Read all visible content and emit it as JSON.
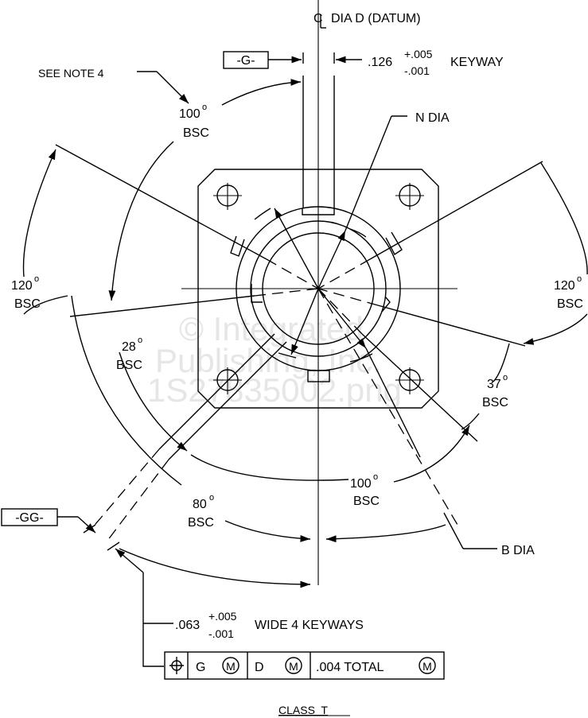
{
  "title_datum": "DIA D (DATUM)",
  "centerline_symbol": "CL",
  "datum_g": "-G-",
  "keyway": {
    "value": ".126",
    "tol_plus": "+.005",
    "tol_minus": "-.001",
    "label": "KEYWAY"
  },
  "see_note": "SEE NOTE 4",
  "n_dia": "N DIA",
  "b_dia": "B DIA",
  "angles": {
    "top": {
      "value": "100",
      "unit": "o",
      "bsc": "BSC"
    },
    "left": {
      "value": "120",
      "unit": "o",
      "bsc": "BSC"
    },
    "right": {
      "value": "120",
      "unit": "o",
      "bsc": "BSC"
    },
    "a28": {
      "value": "28",
      "unit": "o",
      "bsc": "BSC"
    },
    "a37": {
      "value": "37",
      "unit": "o",
      "bsc": "BSC"
    },
    "a80": {
      "value": "80",
      "unit": "o",
      "bsc": "BSC"
    },
    "bottom": {
      "value": "100",
      "unit": "o",
      "bsc": "BSC"
    }
  },
  "datum_gg": "-GG-",
  "keyways": {
    "value": ".063",
    "tol_plus": "+.005",
    "tol_minus": "-.001",
    "label": "WIDE 4 KEYWAYS"
  },
  "fcf": {
    "symbol": "position",
    "datum1": "G",
    "mod1": "M",
    "datum2": "D",
    "mod2": "M",
    "tolerance": ".004 TOTAL",
    "mod3": "M"
  },
  "class_label": "CLASS  T",
  "watermark": [
    "© Integrated",
    "Publishing, Inc.",
    "1S27835002.png"
  ]
}
